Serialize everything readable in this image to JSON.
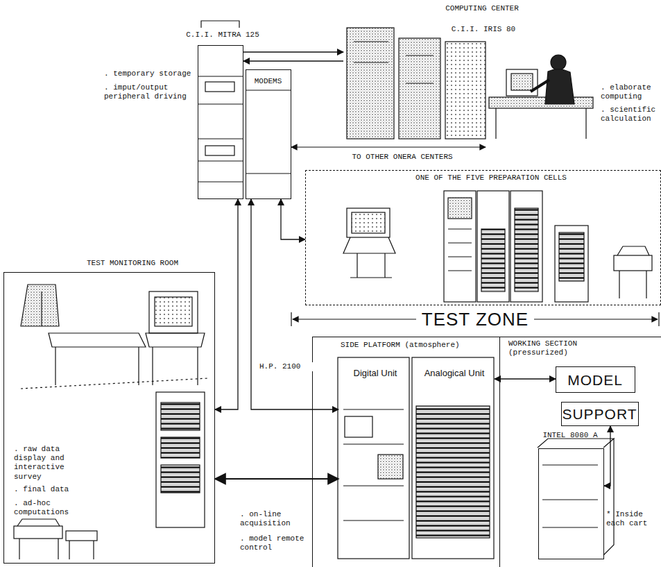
{
  "diagram": {
    "nodes": [
      {
        "text": [
          "C.I.I. MITRA 125"
        ]
      },
      {
        "text": [
          "MODEMS"
        ]
      },
      {
        "text": [
          "COMPUTING CENTER",
          "C.I.I. IRIS 80"
        ]
      },
      {
        "text": [
          "ONE OF THE FIVE PREPARATION CELLS"
        ]
      },
      {
        "text": [
          "TEST MONITORING ROOM",
          ". raw data display and interactive survey",
          ". final data",
          ". ad-hoc computations"
        ]
      },
      {
        "text": [
          "SIDE PLATFORM (atmosphere)"
        ]
      },
      {
        "text": [
          "WORKING SECTION (pressurized)"
        ]
      },
      {
        "text": [
          "Digital Unit"
        ],
        "in": 5
      },
      {
        "text": [
          "Analogical Unit"
        ],
        "in": 5
      },
      {
        "text": [
          "MODEL"
        ],
        "in": 6
      },
      {
        "text": [
          "SUPPORT"
        ],
        "in": 6
      },
      {
        "text": [
          "INTEL 8080 A"
        ],
        "in": 6
      }
    ],
    "edges": [
      {
        "from": 0,
        "to": 2,
        "arrow": "to"
      },
      {
        "from": 2,
        "to": 0,
        "arrow": "to"
      },
      {
        "from": 0,
        "to": 4,
        "arrow": "both"
      },
      {
        "from": 1,
        "to": 3,
        "arrow": "both"
      },
      {
        "from": 1,
        "to": 7,
        "label": "H.P. 2100",
        "arrow": "both"
      },
      {
        "from": 4,
        "to": 7,
        "arrow": "both"
      },
      {
        "from": 8,
        "to": 9,
        "arrow": "both"
      },
      {
        "from": 10,
        "to": 11,
        "arrow": "both"
      }
    ],
    "labels": [
      ". temporary storage",
      ". imput/output peripheral driving",
      ". elaborate computing",
      ". scientific calculation",
      "TO OTHER ONERA CENTERS",
      "TEST ZONE",
      ". on-line acquisition",
      ". model remote control",
      "* Inside each cart"
    ]
  }
}
